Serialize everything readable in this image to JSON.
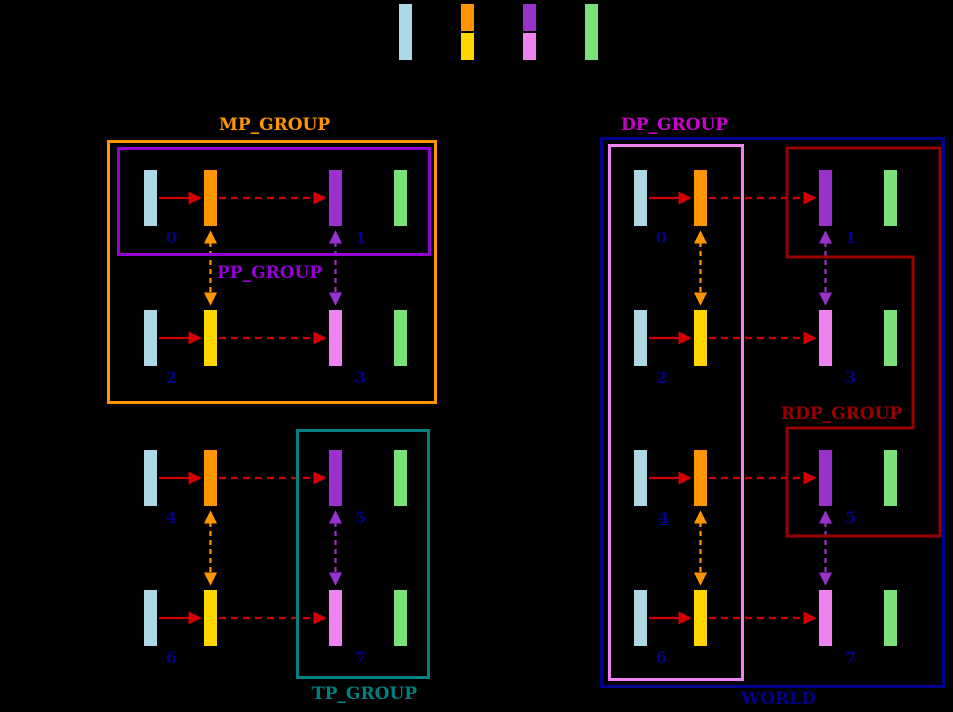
{
  "legend": {
    "swatches": [
      {
        "name": "light-blue"
      },
      {
        "name": "orange-yellow"
      },
      {
        "name": "purple-pink"
      },
      {
        "name": "green"
      }
    ]
  },
  "groups": {
    "mp": {
      "label": "MP_GROUP",
      "color": "#FF9500"
    },
    "pp": {
      "label": "PP_GROUP",
      "color": "#9400D3"
    },
    "tp": {
      "label": "TP_GROUP",
      "color": "#008080"
    },
    "dp": {
      "label": "DP_GROUP",
      "label_color": "#CC00CC",
      "border_color": "#EE82EE"
    },
    "rdp": {
      "label": "RDP_GROUP",
      "color": "#990000"
    },
    "world": {
      "label": "WORLD",
      "color": "#00008B"
    }
  },
  "panels": {
    "left": {
      "ranks": [
        "0",
        "1",
        "2",
        "3",
        "4",
        "5",
        "6",
        "7"
      ]
    },
    "right": {
      "ranks": [
        "0",
        "1",
        "2",
        "3",
        "4",
        "5",
        "6",
        "7"
      ]
    }
  },
  "colors": {
    "background": "#000000",
    "lightblue_bar": "#ADD8E6",
    "orange_bar": "#FF9500",
    "yellow_bar": "#FFD700",
    "purple_bar": "#9932CC",
    "pink_bar": "#EE82EE",
    "green_bar": "#7BE27B",
    "red_arrow": "#D40000",
    "rank_number": "#00008B"
  }
}
